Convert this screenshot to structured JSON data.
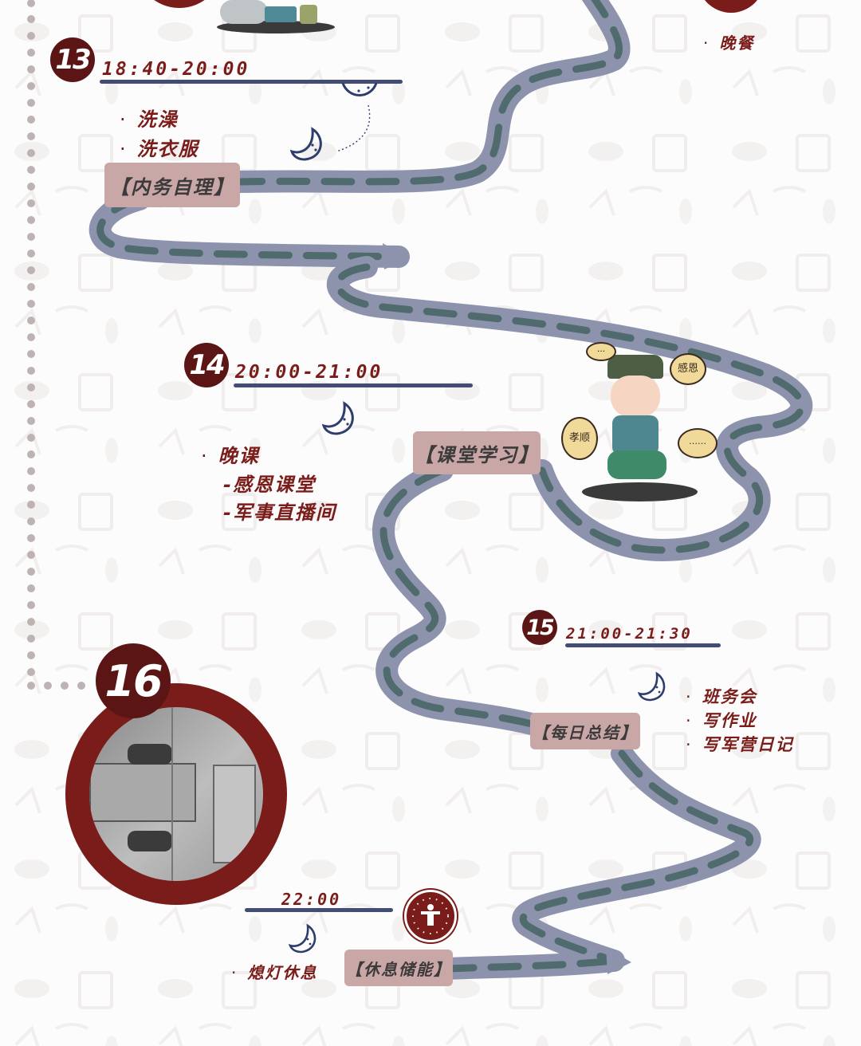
{
  "colors": {
    "accent_dark_red": "#5a1514",
    "text_red": "#7a1d1a",
    "underline_navy": "#424c74",
    "road_gray_blue": "#8e93ad",
    "road_dash_teal": "#4f6b6d",
    "tag_pink": "#c9a7a6",
    "dots_gray": "#bdb3b3",
    "moon_navy": "#2e3d6c",
    "bubble_yellow": "#f1d99a"
  },
  "top": {
    "dinner_item": "晚餐"
  },
  "steps": [
    {
      "number": "13",
      "time": "18:40-20:00",
      "items": [
        "洗澡",
        "洗衣服"
      ],
      "tag": "【内务自理】"
    },
    {
      "number": "14",
      "time": "20:00-21:00",
      "items": [
        "晚课"
      ],
      "sub_items": [
        "-感恩课堂",
        "-军事直播间"
      ],
      "tag": "【课堂学习】"
    },
    {
      "number": "15",
      "time": "21:00-21:30",
      "items": [
        "班务会",
        "写作业",
        "写军营日记"
      ],
      "tag": "【每日总结】"
    },
    {
      "number": "16",
      "time": "22:00",
      "items": [
        "熄灯休息"
      ],
      "tag": "【休息储能】"
    }
  ],
  "illustration": {
    "bubbles": [
      "…",
      "感恩",
      "孝顺",
      "……"
    ]
  },
  "icons": {
    "bullet": "·",
    "moon": "moon-icon",
    "clock": "clock-rest-icon"
  }
}
